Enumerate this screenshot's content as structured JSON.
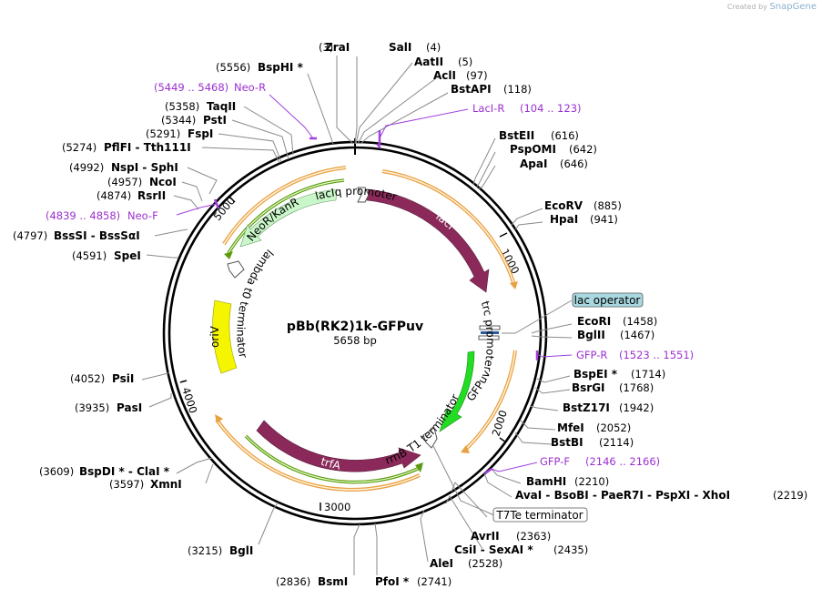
{
  "credit": {
    "prefix": "Created by",
    "brand": "SnapGene"
  },
  "plasmid": {
    "name": "pBb(RK2)1k-GFPuv",
    "length": "5658 bp",
    "length_bp": 5658
  },
  "ticks": [
    "1000",
    "2000",
    "3000",
    "4000",
    "5000"
  ],
  "sites": [
    {
      "name": "ZraI",
      "pos": "(3)"
    },
    {
      "name": "SalI",
      "pos": "(4)"
    },
    {
      "name": "AatII",
      "pos": "(5)"
    },
    {
      "name": "AclI",
      "pos": "(97)"
    },
    {
      "name": "BstAPI",
      "pos": "(118)"
    },
    {
      "name": "BstEII",
      "pos": "(616)"
    },
    {
      "name": "PspOMI",
      "pos": "(642)"
    },
    {
      "name": "ApaI",
      "pos": "(646)"
    },
    {
      "name": "EcoRV",
      "pos": "(885)"
    },
    {
      "name": "HpaI",
      "pos": "(941)"
    },
    {
      "name": "EcoRI",
      "pos": "(1458)"
    },
    {
      "name": "BglII",
      "pos": "(1467)"
    },
    {
      "name": "BspEI *",
      "pos": "(1714)"
    },
    {
      "name": "BsrGI",
      "pos": "(1768)"
    },
    {
      "name": "BstZ17I",
      "pos": "(1942)"
    },
    {
      "name": "MfeI",
      "pos": "(2052)"
    },
    {
      "name": "BstBI",
      "pos": "(2114)"
    },
    {
      "name": "BamHI",
      "pos": "(2210)"
    },
    {
      "name": "AvaI - BsoBI - PaeR7I - PspXI - XhoI",
      "pos": "(2219)"
    },
    {
      "name": "AvrII",
      "pos": "(2363)"
    },
    {
      "name": "CsiI - SexAI *",
      "pos": "(2435)"
    },
    {
      "name": "AleI",
      "pos": "(2528)"
    },
    {
      "name": "PfoI *",
      "pos": "(2741)"
    },
    {
      "name": "BsmI",
      "pos": "(2836)"
    },
    {
      "name": "BglI",
      "pos": "(3215)"
    },
    {
      "name": "XmnI",
      "pos": "(3597)"
    },
    {
      "name": "BspDI * - ClaI *",
      "pos": "(3609)"
    },
    {
      "name": "PasI",
      "pos": "(3935)"
    },
    {
      "name": "PsiI",
      "pos": "(4052)"
    },
    {
      "name": "SpeI",
      "pos": "(4591)"
    },
    {
      "name": "BssSI - BssSαI",
      "pos": "(4797)"
    },
    {
      "name": "RsrII",
      "pos": "(4874)"
    },
    {
      "name": "NcoI",
      "pos": "(4957)"
    },
    {
      "name": "NspI - SphI",
      "pos": "(4992)"
    },
    {
      "name": "PflFI - Tth111I",
      "pos": "(5274)"
    },
    {
      "name": "FspI",
      "pos": "(5291)"
    },
    {
      "name": "PstI",
      "pos": "(5344)"
    },
    {
      "name": "TaqII",
      "pos": "(5358)"
    },
    {
      "name": "BspHI *",
      "pos": "(5556)"
    }
  ],
  "primers": [
    {
      "name": "Neo-R",
      "range": "(5449 .. 5468)"
    },
    {
      "name": "LacI-R",
      "range": "(104 .. 123)"
    },
    {
      "name": "GFP-R",
      "range": "(1523 .. 1551)"
    },
    {
      "name": "GFP-F",
      "range": "(2146 .. 2166)"
    },
    {
      "name": "Neo-F",
      "range": "(4839 .. 4858)"
    }
  ],
  "boxed_features": {
    "lac_operator": "lac operator",
    "t7te": "T7Te terminator"
  },
  "features": {
    "lacI": "lacI",
    "lacIq_promoter": "lacIq promoter",
    "trc_promoter": "trc promoter",
    "GFPuv": "GFPuv",
    "rrnB": "rrnB T1 terminator",
    "trfA": "trfA",
    "oriV": "oriV",
    "lambda": "lambda t0 terminator",
    "NeoR": "NeoR/KanR"
  },
  "colors": {
    "lacI": "#8b2a5a",
    "trfA": "#8b2a5a",
    "GFPuv": "#22dd22",
    "oriV": "#f5f500",
    "NeoR": "#c9f7c9",
    "orange_track": "#e8a040",
    "green_track": "#5a9a10",
    "primer": "#9b30d0",
    "lac_operator_box": "#a8d8e0"
  }
}
